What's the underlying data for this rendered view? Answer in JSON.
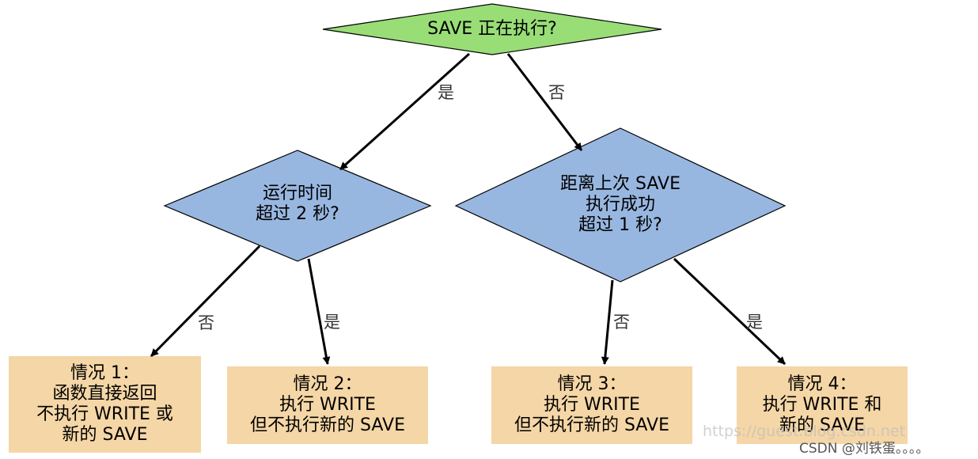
{
  "diagram": {
    "decision_root": {
      "lines": [
        "SAVE 正在执行?"
      ]
    },
    "decision_left": {
      "lines": [
        "运行时间",
        "超过 2 秒?"
      ]
    },
    "decision_right": {
      "lines": [
        "距离上次 SAVE",
        "执行成功",
        "超过 1 秒?"
      ]
    },
    "outcomes": [
      {
        "lines": [
          "情况 1：",
          "函数直接返回",
          "不执行 WRITE 或",
          "新的 SAVE"
        ]
      },
      {
        "lines": [
          "情况 2：",
          "执行 WRITE",
          "但不执行新的 SAVE"
        ]
      },
      {
        "lines": [
          "情况 3：",
          "执行 WRITE",
          "但不执行新的 SAVE"
        ]
      },
      {
        "lines": [
          "情况 4：",
          "执行 WRITE 和",
          "新的 SAVE"
        ]
      }
    ],
    "edge_labels": {
      "root_yes": "是",
      "root_no": "否",
      "left_no": "否",
      "left_yes": "是",
      "right_no": "否",
      "right_yes": "是"
    },
    "colors": {
      "root_fill": "#99dd77",
      "decision_fill": "#98b7e0",
      "outcome_fill": "#f5d6a6",
      "stroke": "#000000"
    }
  },
  "watermark": {
    "url": "https://guest.blog.csdn.net",
    "credit": "CSDN @刘铁蛋。。。。"
  }
}
